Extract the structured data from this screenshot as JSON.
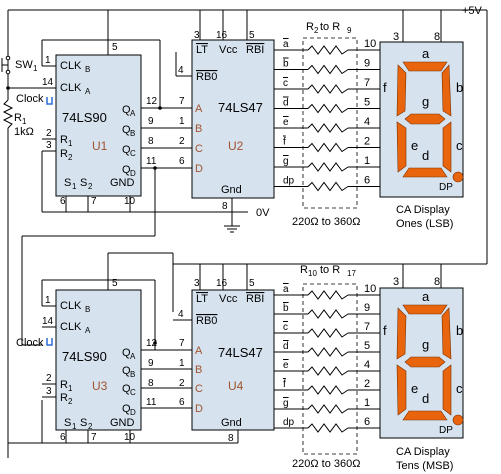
{
  "supply": {
    "vcc": "+5V",
    "gnd": "0V"
  },
  "switch": {
    "label": "SW",
    "sub": "1"
  },
  "resistor": {
    "label": "R",
    "sub": "1",
    "value": "1kΩ"
  },
  "clock_label": "Clock",
  "counters": [
    {
      "part": "74LS90",
      "ref": "U1",
      "pins": {
        "clkb": "CLK",
        "clkb_sub": "B",
        "clka": "CLK",
        "clka_sub": "A",
        "r1": "R",
        "r1_sub": "1",
        "r2": "R",
        "r2_sub": "2",
        "s": "S",
        "s1_sub": "1",
        "s2_sub": "2",
        "gnd": "GND",
        "qa": "Q",
        "qa_sub": "A",
        "qb": "Q",
        "qb_sub": "B",
        "qc": "Q",
        "qc_sub": "C",
        "qd": "Q",
        "qd_sub": "D"
      },
      "pin_numbers": {
        "top": "5",
        "clkb": "1",
        "clka": "14",
        "r1": "2",
        "r2": "3",
        "s1": "6",
        "s2": "7",
        "gnd": "10",
        "qa": "12",
        "qb": "9",
        "qc": "8",
        "qd": "11"
      }
    },
    {
      "part": "74LS90",
      "ref": "U3",
      "pins": {
        "clkb": "CLK",
        "clkb_sub": "B",
        "clka": "CLK",
        "clka_sub": "A",
        "r1": "R",
        "r1_sub": "1",
        "r2": "R",
        "r2_sub": "2",
        "s": "S",
        "s1_sub": "1",
        "s2_sub": "2",
        "gnd": "GND",
        "qa": "Q",
        "qa_sub": "A",
        "qb": "Q",
        "qb_sub": "B",
        "qc": "Q",
        "qc_sub": "C",
        "qd": "Q",
        "qd_sub": "D"
      },
      "pin_numbers": {
        "top": "5",
        "clkb": "1",
        "clka": "14",
        "r1": "2",
        "r2": "3",
        "s1": "6",
        "s2": "7",
        "gnd": "10",
        "qa": "12",
        "qb": "9",
        "qc": "8",
        "qd": "11"
      }
    }
  ],
  "decoders": [
    {
      "part": "74LS47",
      "ref": "U2",
      "pins": {
        "lt": "LT",
        "vcc": "Vcc",
        "rbi": "RBI",
        "rbo": "RB0",
        "a": "A",
        "b": "B",
        "c": "C",
        "d": "D",
        "gnd": "Gnd"
      },
      "pin_numbers": {
        "lt": "3",
        "vcc": "16",
        "rbi": "5",
        "rbo": "4",
        "a": "7",
        "b": "1",
        "c": "2",
        "d": "6",
        "gnd": "8"
      }
    },
    {
      "part": "74LS47",
      "ref": "U4",
      "pins": {
        "lt": "LT",
        "vcc": "Vcc",
        "rbi": "RBI",
        "rbo": "RB0",
        "a": "A",
        "b": "B",
        "c": "C",
        "d": "D",
        "gnd": "Gnd"
      },
      "pin_numbers": {
        "lt": "3",
        "vcc": "16",
        "rbi": "5",
        "rbo": "4",
        "a": "7",
        "b": "1",
        "c": "2",
        "d": "6",
        "gnd": "8"
      }
    }
  ],
  "outputs": [
    "a",
    "b",
    "c",
    "d",
    "e",
    "f",
    "g",
    "dp"
  ],
  "display_pins": [
    "10",
    "9",
    "7",
    "5",
    "4",
    "2",
    "1",
    "6"
  ],
  "resistor_arrays": [
    {
      "label": "R",
      "from_sub": "2",
      "to": "to R",
      "to_sub": "9",
      "range": "220Ω to 360Ω"
    },
    {
      "label": "R",
      "from_sub": "10",
      "to": "to R",
      "to_sub": "17",
      "range": "220Ω to 360Ω"
    }
  ],
  "displays": [
    {
      "caption1": "CA Display",
      "caption2": "Ones (LSB)",
      "pin_left": "3",
      "pin_right": "8",
      "dp": "DP"
    },
    {
      "caption1": "CA Display",
      "caption2": "Tens (MSB)",
      "pin_left": "3",
      "pin_right": "8",
      "dp": "DP"
    }
  ]
}
